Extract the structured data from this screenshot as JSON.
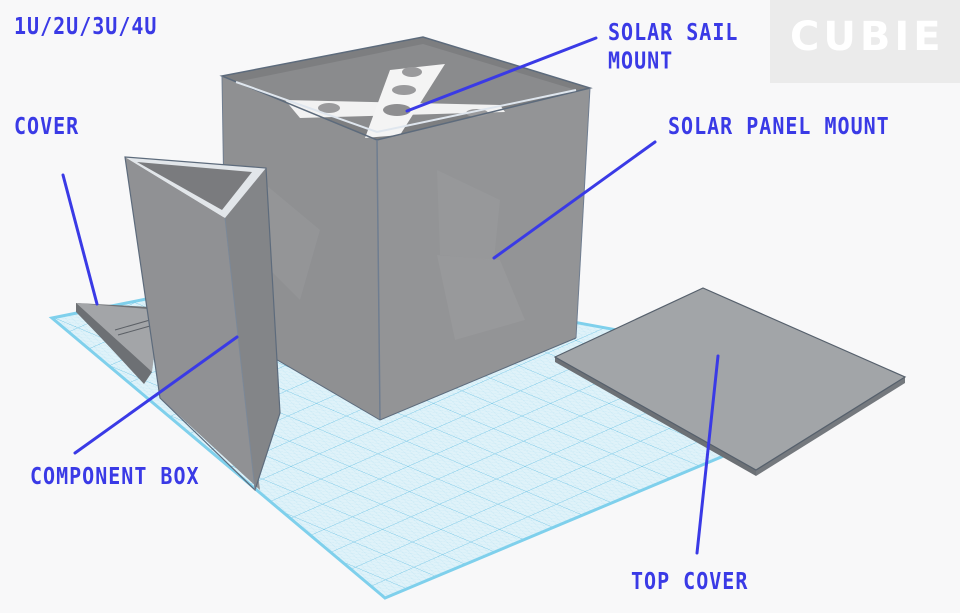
{
  "labels": {
    "size_options": "1U/2U/3U/4U",
    "cover": "COVER",
    "solar_sail_mount": "SOLAR SAIL\nMOUNT",
    "solar_panel_mount": "SOLAR PANEL MOUNT",
    "component_box": "COMPONENT BOX",
    "top_cover": "TOP COVER"
  },
  "logo": {
    "text": "CUBIE"
  },
  "colors": {
    "label": "#3a3ae6",
    "callout_line": "#3a3ae6",
    "background": "#f8f8f9",
    "logo_box": "#ebebeb",
    "grid_fill": "#d6eef7",
    "grid_line": "#7ccbe8",
    "model_gray": "#8e8f91",
    "model_light": "#a2a4a6",
    "model_edge": "#4f5d6e",
    "sail_white": "#f4f4f4"
  },
  "scene": {
    "objects": [
      {
        "name": "cube-body",
        "label_ref": "solar_panel_mount"
      },
      {
        "name": "solar-sail-cross",
        "label_ref": "solar_sail_mount"
      },
      {
        "name": "component-box",
        "label_ref": "component_box"
      },
      {
        "name": "triangle-cover",
        "label_ref": "cover"
      },
      {
        "name": "top-cover-plate",
        "label_ref": "top_cover"
      }
    ]
  }
}
